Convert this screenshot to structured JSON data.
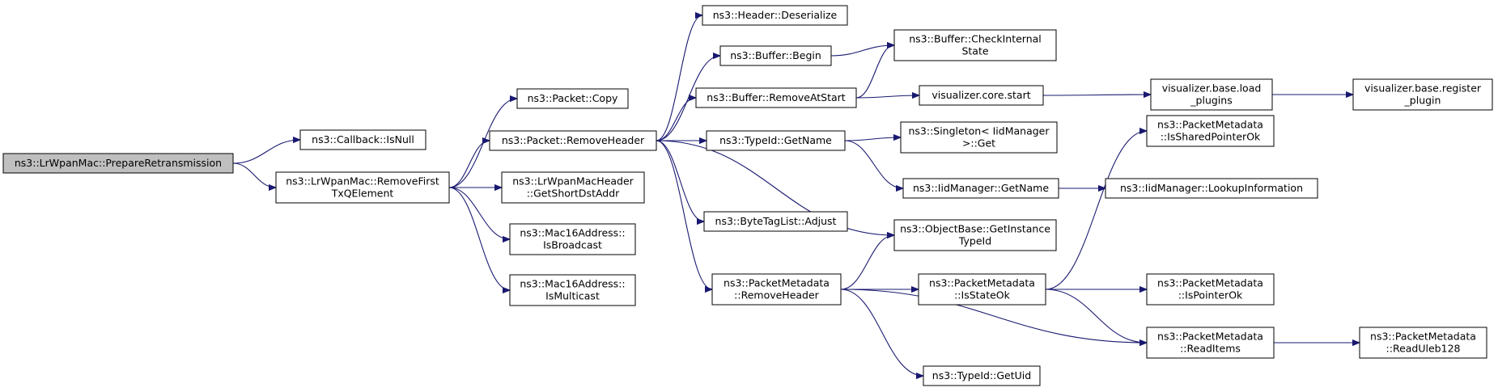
{
  "nodes": [
    {
      "id": "n0",
      "lines": [
        "ns3::LrWpanMac::PrepareRetransmission"
      ],
      "root": true
    },
    {
      "id": "n1",
      "lines": [
        "ns3::Callback::IsNull"
      ]
    },
    {
      "id": "n2",
      "lines": [
        "ns3::LrWpanMac::RemoveFirst",
        "TxQElement"
      ]
    },
    {
      "id": "n3",
      "lines": [
        "ns3::Packet::Copy"
      ]
    },
    {
      "id": "n4",
      "lines": [
        "ns3::Packet::RemoveHeader"
      ]
    },
    {
      "id": "n5",
      "lines": [
        "ns3::LrWpanMacHeader",
        "::GetShortDstAddr"
      ]
    },
    {
      "id": "n6",
      "lines": [
        "ns3::Mac16Address::",
        "IsBroadcast"
      ]
    },
    {
      "id": "n7",
      "lines": [
        "ns3::Mac16Address::",
        "IsMulticast"
      ]
    },
    {
      "id": "n8",
      "lines": [
        "ns3::Header::Deserialize"
      ]
    },
    {
      "id": "n9",
      "lines": [
        "ns3::Buffer::Begin"
      ]
    },
    {
      "id": "n10",
      "lines": [
        "ns3::Buffer::RemoveAtStart"
      ]
    },
    {
      "id": "n11",
      "lines": [
        "ns3::TypeId::GetName"
      ]
    },
    {
      "id": "n12",
      "lines": [
        "ns3::ByteTagList::Adjust"
      ]
    },
    {
      "id": "n13",
      "lines": [
        "ns3::PacketMetadata",
        "::RemoveHeader"
      ]
    },
    {
      "id": "n14",
      "lines": [
        "ns3::Buffer::CheckInternal",
        "State"
      ]
    },
    {
      "id": "n15",
      "lines": [
        "visualizer.core.start"
      ]
    },
    {
      "id": "n16",
      "lines": [
        "ns3::Singleton< IidManager",
        " >::Get"
      ]
    },
    {
      "id": "n17",
      "lines": [
        "ns3::IidManager::GetName"
      ]
    },
    {
      "id": "n18",
      "lines": [
        "ns3::ObjectBase::GetInstance",
        "TypeId"
      ]
    },
    {
      "id": "n19",
      "lines": [
        "ns3::PacketMetadata",
        "::IsStateOk"
      ]
    },
    {
      "id": "n20",
      "lines": [
        "ns3::TypeId::GetUid"
      ]
    },
    {
      "id": "n21",
      "lines": [
        "visualizer.base.load",
        "_plugins"
      ]
    },
    {
      "id": "n22",
      "lines": [
        "ns3::IidManager::LookupInformation"
      ]
    },
    {
      "id": "n23",
      "lines": [
        "ns3::PacketMetadata",
        "::IsSharedPointerOk"
      ]
    },
    {
      "id": "n24",
      "lines": [
        "ns3::PacketMetadata",
        "::IsPointerOk"
      ]
    },
    {
      "id": "n25",
      "lines": [
        "ns3::PacketMetadata",
        "::ReadItems"
      ]
    },
    {
      "id": "n26",
      "lines": [
        "visualizer.base.register",
        "_plugin"
      ]
    },
    {
      "id": "n27",
      "lines": [
        "ns3::PacketMetadata",
        "::ReadUleb128"
      ]
    }
  ],
  "edges": [
    [
      "n0",
      "n1"
    ],
    [
      "n0",
      "n2"
    ],
    [
      "n2",
      "n3"
    ],
    [
      "n2",
      "n4"
    ],
    [
      "n2",
      "n5"
    ],
    [
      "n2",
      "n6"
    ],
    [
      "n2",
      "n7"
    ],
    [
      "n4",
      "n8"
    ],
    [
      "n4",
      "n9"
    ],
    [
      "n4",
      "n10"
    ],
    [
      "n4",
      "n11"
    ],
    [
      "n4",
      "n12"
    ],
    [
      "n4",
      "n13"
    ],
    [
      "n4",
      "n18"
    ],
    [
      "n9",
      "n14"
    ],
    [
      "n10",
      "n14"
    ],
    [
      "n10",
      "n15"
    ],
    [
      "n11",
      "n16"
    ],
    [
      "n11",
      "n17"
    ],
    [
      "n13",
      "n18"
    ],
    [
      "n13",
      "n19"
    ],
    [
      "n13",
      "n25"
    ],
    [
      "n13",
      "n20"
    ],
    [
      "n15",
      "n21"
    ],
    [
      "n21",
      "n26"
    ],
    [
      "n17",
      "n22"
    ],
    [
      "n19",
      "n23"
    ],
    [
      "n19",
      "n24"
    ],
    [
      "n19",
      "n25"
    ],
    [
      "n25",
      "n27"
    ]
  ],
  "colors": {
    "edge": "#191970",
    "root_fill": "#bfbfbf",
    "node_fill": "#ffffff",
    "border": "#000000"
  }
}
